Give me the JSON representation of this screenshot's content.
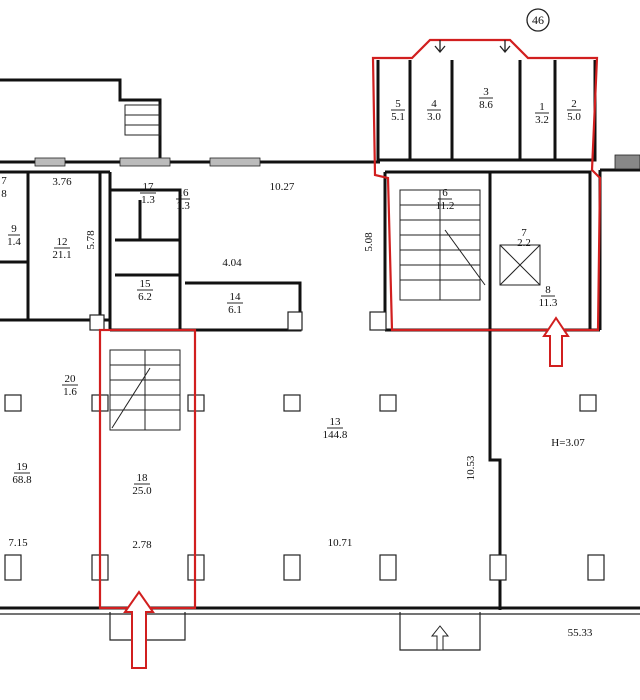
{
  "plan": {
    "marker": "46",
    "colors": {
      "highlight": "#d11f1f",
      "wall": "#111111"
    },
    "rooms": [
      {
        "id": "5",
        "area": "5.1"
      },
      {
        "id": "4",
        "area": "3.0"
      },
      {
        "id": "3",
        "area": "8.6"
      },
      {
        "id": "1",
        "area": "3.2"
      },
      {
        "id": "2",
        "area": "5.0"
      },
      {
        "id": "7",
        "area": "8"
      },
      {
        "id": "9",
        "area": "1.4"
      },
      {
        "id": "12",
        "area": "21.1"
      },
      {
        "id": "17",
        "area": "1.3"
      },
      {
        "id": "16",
        "area": "1.3"
      },
      {
        "id": "15",
        "area": "6.2"
      },
      {
        "id": "14",
        "area": "6.1"
      },
      {
        "id": "6",
        "area": "11.2"
      },
      {
        "id": "7",
        "area": "2.2"
      },
      {
        "id": "8",
        "area": "11.3"
      },
      {
        "id": "20",
        "area": "1.6"
      },
      {
        "id": "19",
        "area": "68.8"
      },
      {
        "id": "18",
        "area": "25.0"
      },
      {
        "id": "13",
        "area": "144.8"
      }
    ],
    "dimensions": {
      "d376": "3.76",
      "d578": "5.78",
      "d1027": "10.27",
      "d404": "4.04",
      "d508": "5.08",
      "d1053": "10.53",
      "d715": "7.15",
      "d278": "2.78",
      "d1071": "10.71",
      "d5533": "55.33"
    },
    "height_label": "H=3.07"
  }
}
